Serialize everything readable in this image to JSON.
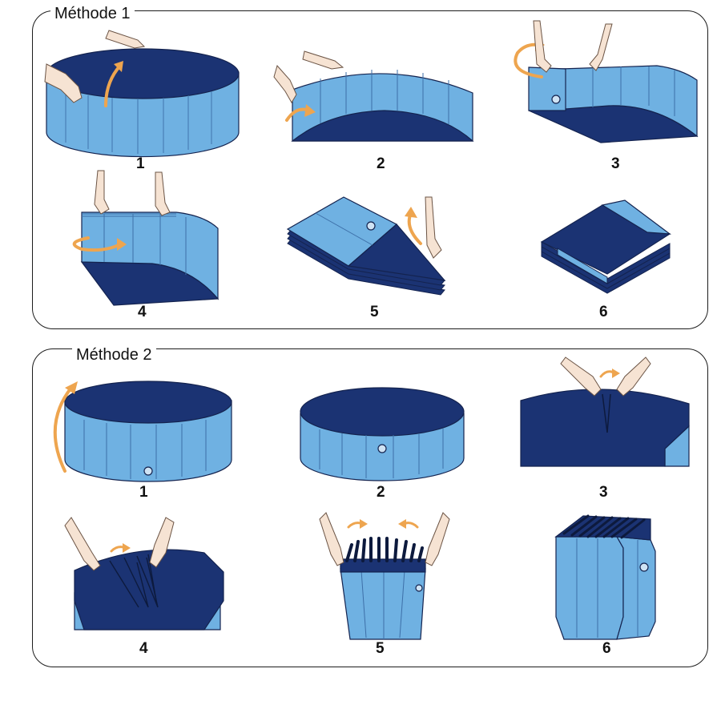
{
  "colors": {
    "outer_wall": "#6fb1e2",
    "inner_wall": "#1b3373",
    "seam": "#3d6fa8",
    "outline": "#14234f",
    "arrow": "#eea54f",
    "skin": "#f6e3d3",
    "skin_line": "#6b5445",
    "frame": "#1c1c1c"
  },
  "methods": [
    {
      "title": "Méthode 1",
      "steps": [
        {
          "label": "1",
          "scene": "open-pool-push-wall",
          "icon": "curved-arrow-icon"
        },
        {
          "label": "2",
          "scene": "wall-pressed-in",
          "icon": "curved-arrow-icon"
        },
        {
          "label": "3",
          "scene": "wall-folded-corner",
          "icon": "curved-arrow-icon"
        },
        {
          "label": "4",
          "scene": "wall-rolled-over",
          "icon": "curved-arrow-icon"
        },
        {
          "label": "5",
          "scene": "folded-stack-wedge",
          "icon": "curved-arrow-icon"
        },
        {
          "label": "6",
          "scene": "folded-square-stack",
          "icon": ""
        }
      ]
    },
    {
      "title": "Méthode 2",
      "steps": [
        {
          "label": "1",
          "scene": "pool-flip-over",
          "icon": "curved-arrow-icon"
        },
        {
          "label": "2",
          "scene": "pool-upside-down",
          "icon": ""
        },
        {
          "label": "3",
          "scene": "pinch-top-fold",
          "icon": "curved-arrow-icon"
        },
        {
          "label": "4",
          "scene": "fold-pleats",
          "icon": "curved-arrow-icon"
        },
        {
          "label": "5",
          "scene": "gather-pleats",
          "icon": "curved-arrow-icon"
        },
        {
          "label": "6",
          "scene": "compact-pleated-block",
          "icon": ""
        }
      ]
    }
  ]
}
